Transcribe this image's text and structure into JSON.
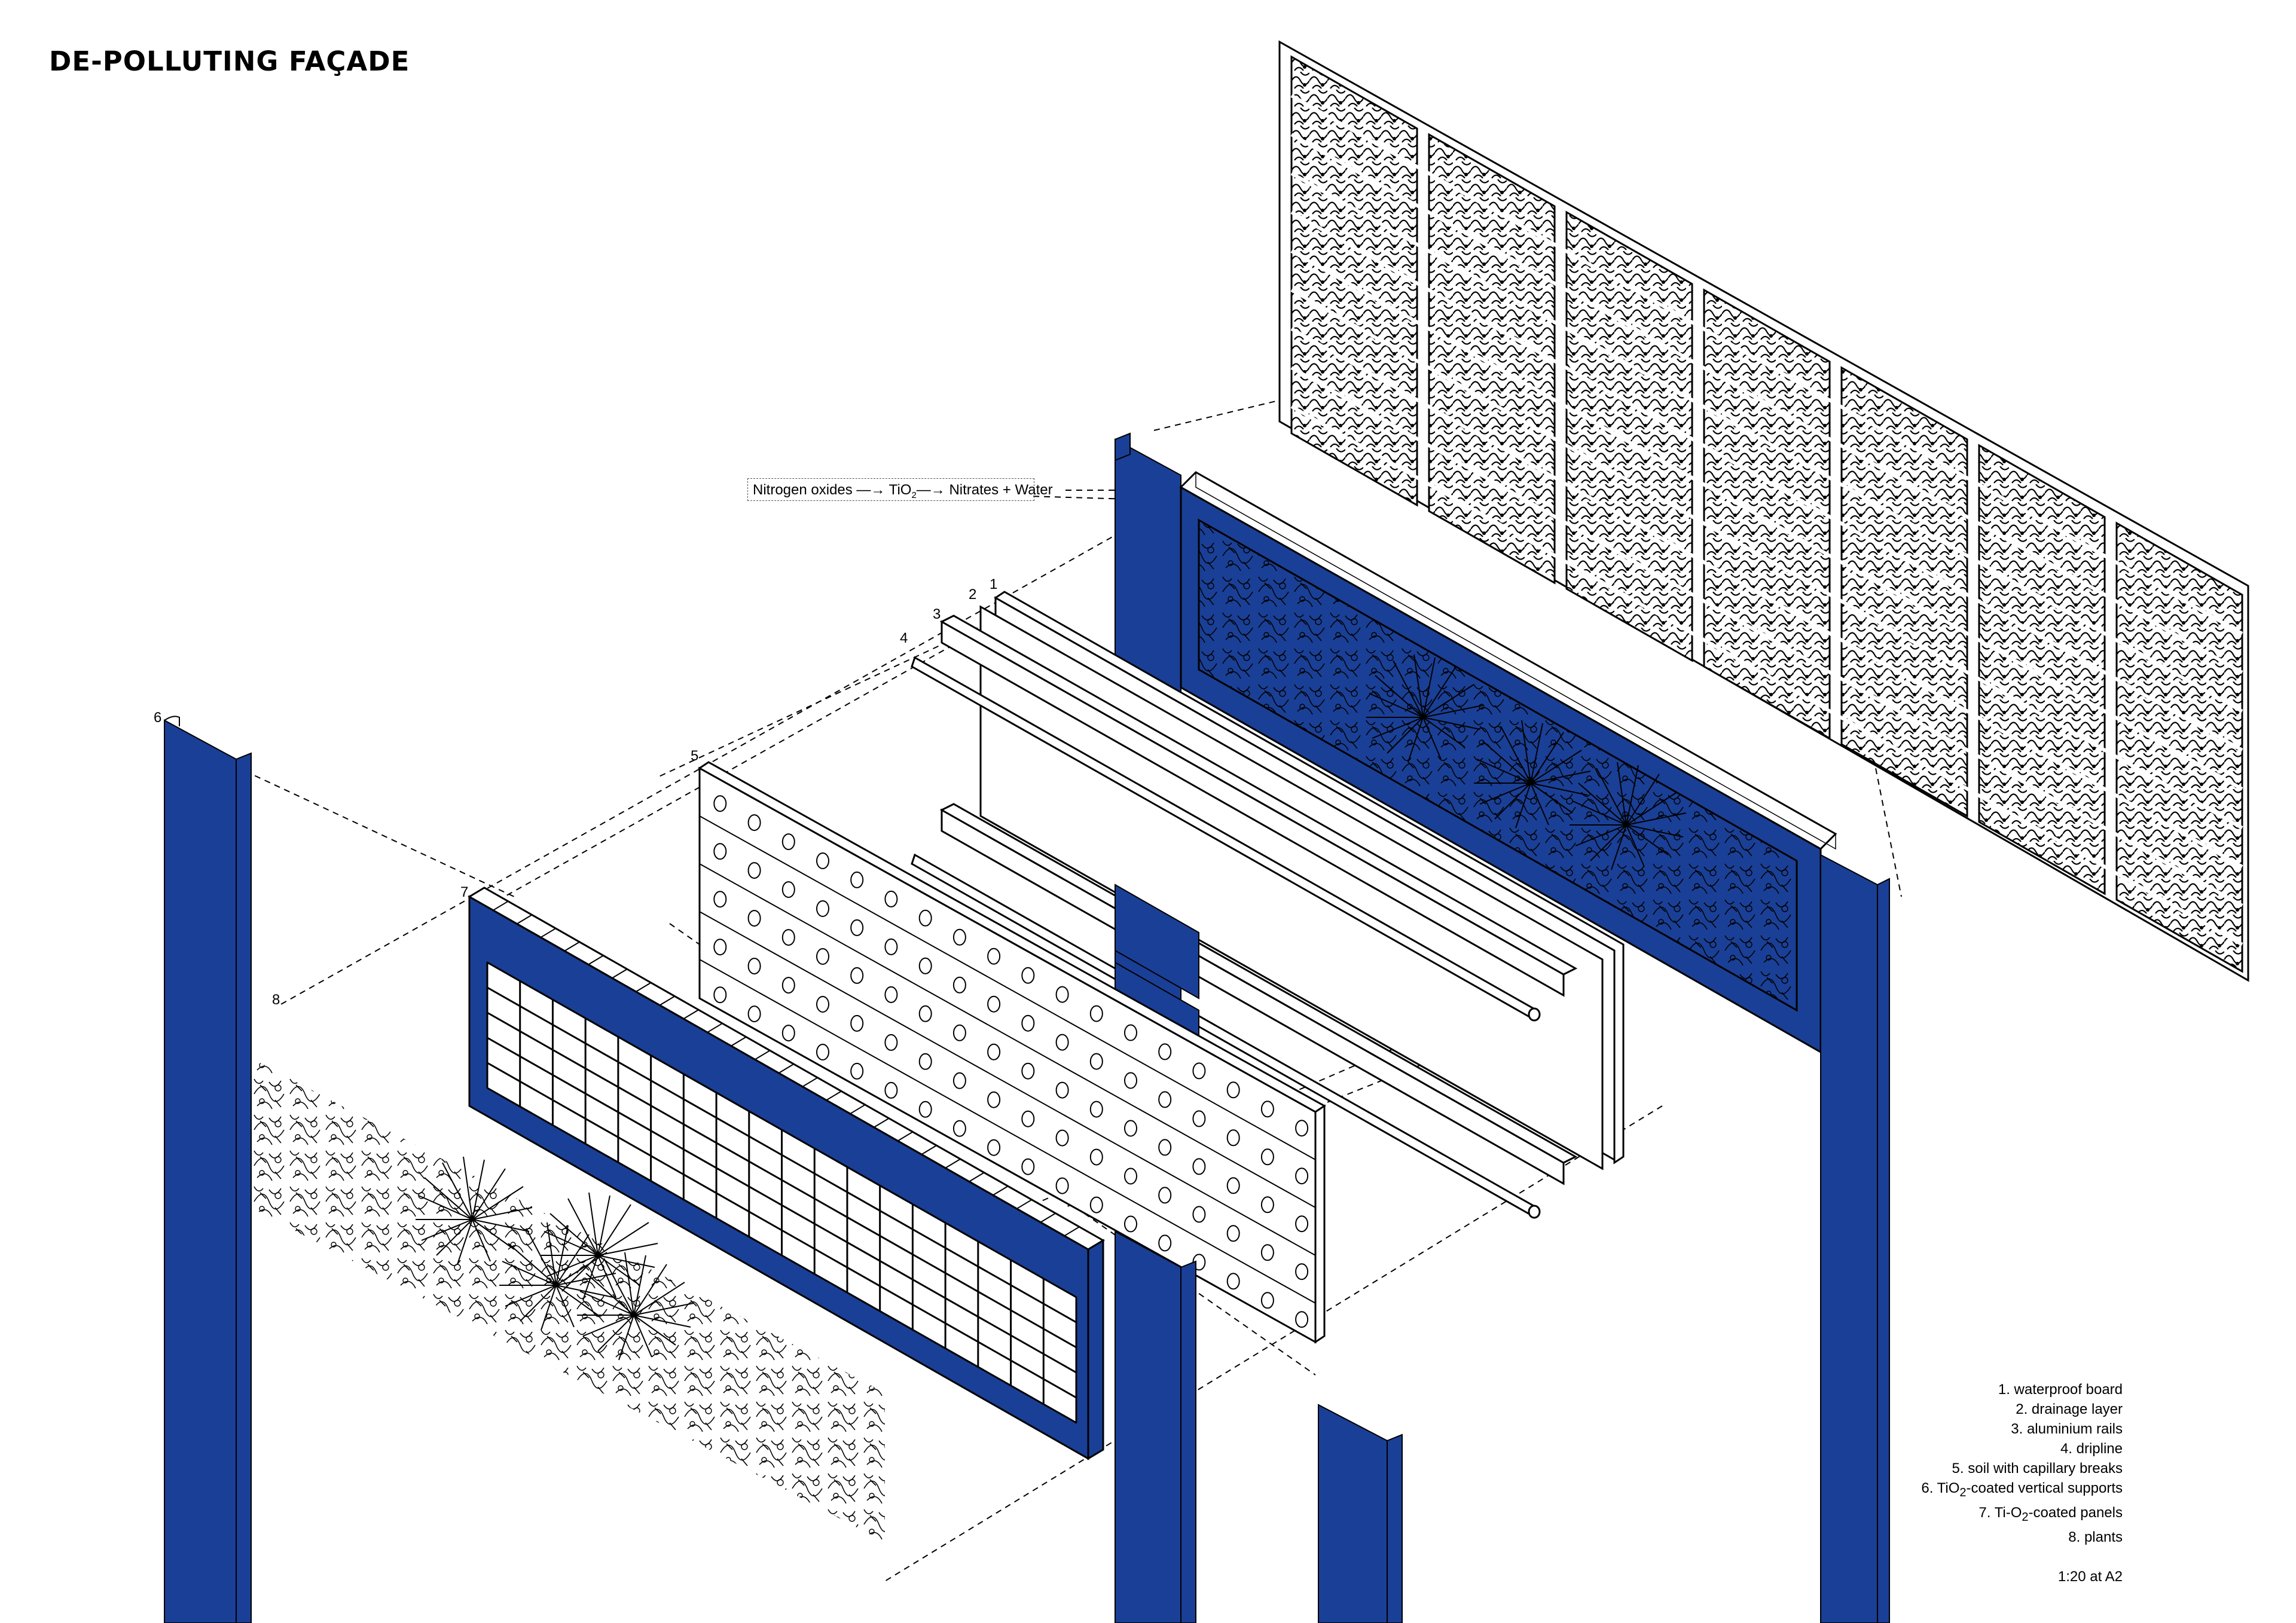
{
  "title": "DE-POLLUTING FAÇADE",
  "equation": {
    "reactant": "Nitrogen oxides",
    "catalyst": "TiO",
    "catalyst_sub": "2",
    "product": "Nitrates + Water"
  },
  "callouts": {
    "n1": "1",
    "n2": "2",
    "n3": "3",
    "n4": "4",
    "n5": "5",
    "n6": "6",
    "n7": "7",
    "n8": "8"
  },
  "legend": {
    "items": [
      "1. waterproof board",
      "2. drainage layer",
      "3. aluminium rails",
      "4. dripline",
      "5. soil with capillary breaks",
      "6. TiO",
      "7. Ti-O",
      "8. plants"
    ],
    "item6_sub": "2",
    "item6_rest": "-coated vertical supports",
    "item7_sub": "2",
    "item7_rest": "-coated panels",
    "scale": "1:20 at A2"
  },
  "colors": {
    "support_blue": "#1a3f96",
    "line": "#000000",
    "background": "#ffffff"
  }
}
